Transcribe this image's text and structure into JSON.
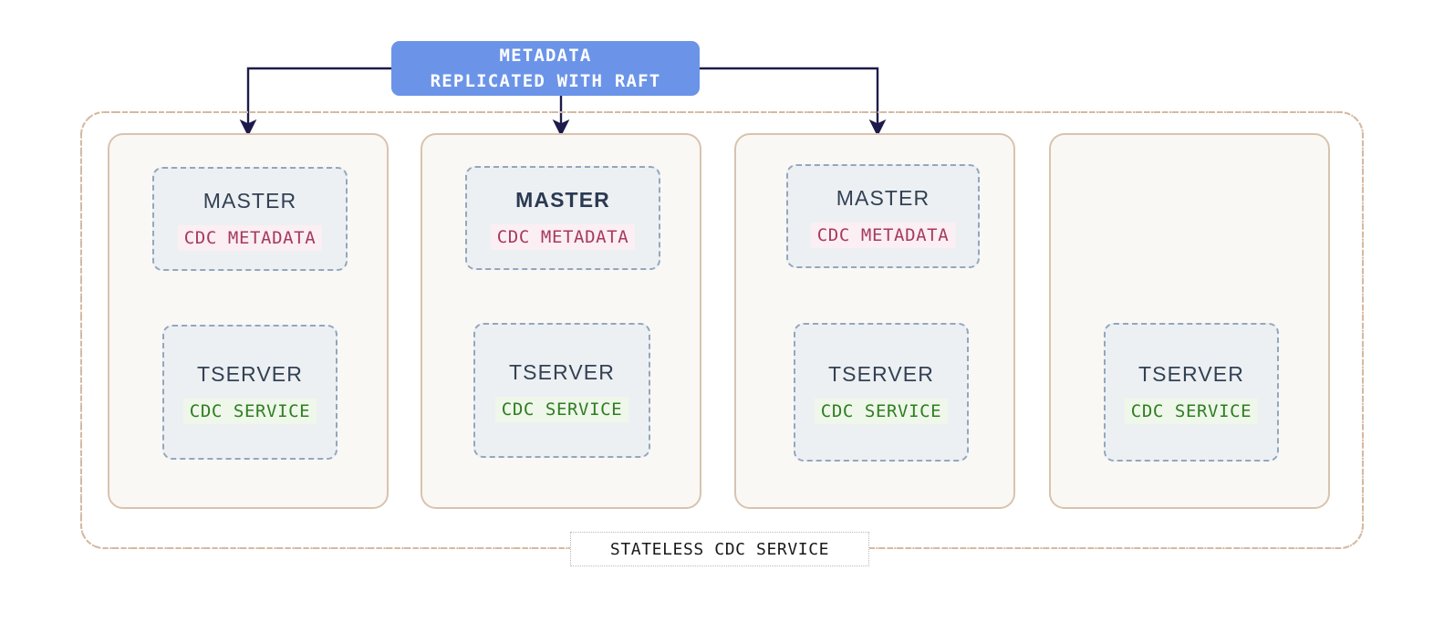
{
  "diagram": {
    "title_banner": {
      "line1": "METADATA",
      "line2": "REPLICATED WITH RAFT",
      "color": "#6b94e8",
      "text_color": "#ffffff"
    },
    "cluster": {
      "caption": "STATELESS CDC SERVICE",
      "border_color": "#d4b9a2",
      "border_style": "dash-dot"
    },
    "colors": {
      "node_card_border": "#d9c3ae",
      "node_card_fill": "#faf8f5",
      "proc_border": "#92a7bf",
      "proc_fill": "#edf0f2",
      "proc_title": "#334155",
      "metadata_tag_text": "#a63a5e",
      "metadata_tag_bg": "#fbeff3",
      "service_tag_text": "#2f7d21",
      "service_tag_bg": "#eef7ea",
      "arrow": "#1c1b4b"
    },
    "nodes": [
      {
        "id": "node-1",
        "master": {
          "present": true,
          "title": "MASTER",
          "leader": false,
          "tag": "CDC METADATA"
        },
        "tserver": {
          "present": true,
          "title": "TSERVER",
          "tag": "CDC SERVICE"
        }
      },
      {
        "id": "node-2",
        "master": {
          "present": true,
          "title": "MASTER",
          "leader": true,
          "tag": "CDC METADATA"
        },
        "tserver": {
          "present": true,
          "title": "TSERVER",
          "tag": "CDC SERVICE"
        }
      },
      {
        "id": "node-3",
        "master": {
          "present": true,
          "title": "MASTER",
          "leader": false,
          "tag": "CDC METADATA"
        },
        "tserver": {
          "present": true,
          "title": "TSERVER",
          "tag": "CDC SERVICE"
        }
      },
      {
        "id": "node-4",
        "master": {
          "present": false,
          "title": "",
          "leader": false,
          "tag": ""
        },
        "tserver": {
          "present": true,
          "title": "TSERVER",
          "tag": "CDC SERVICE"
        }
      }
    ],
    "arrows": [
      {
        "name": "metadata-to-node-1",
        "from": "metadata-box-left",
        "to": "node-1"
      },
      {
        "name": "metadata-to-node-2",
        "from": "metadata-box-bottom",
        "to": "node-2"
      },
      {
        "name": "metadata-to-node-3",
        "from": "metadata-box-right",
        "to": "node-3"
      }
    ]
  }
}
